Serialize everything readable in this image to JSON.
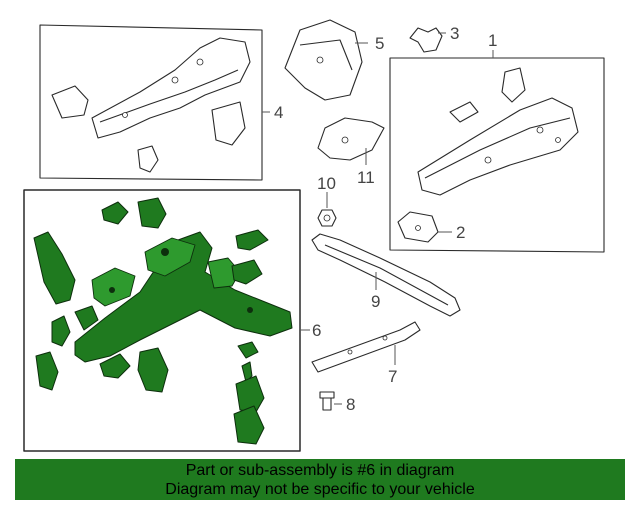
{
  "callouts": [
    "1",
    "2",
    "3",
    "4",
    "5",
    "6",
    "7",
    "8",
    "9",
    "10",
    "11"
  ],
  "colors": {
    "highlight": "#1f7a1f",
    "banner": "#1f7a1f",
    "lines": "#2a2a2a"
  },
  "banner": {
    "line1": "Part or sub-assembly is #6 in diagram",
    "line2": "Diagram may not be specific to your vehicle"
  }
}
